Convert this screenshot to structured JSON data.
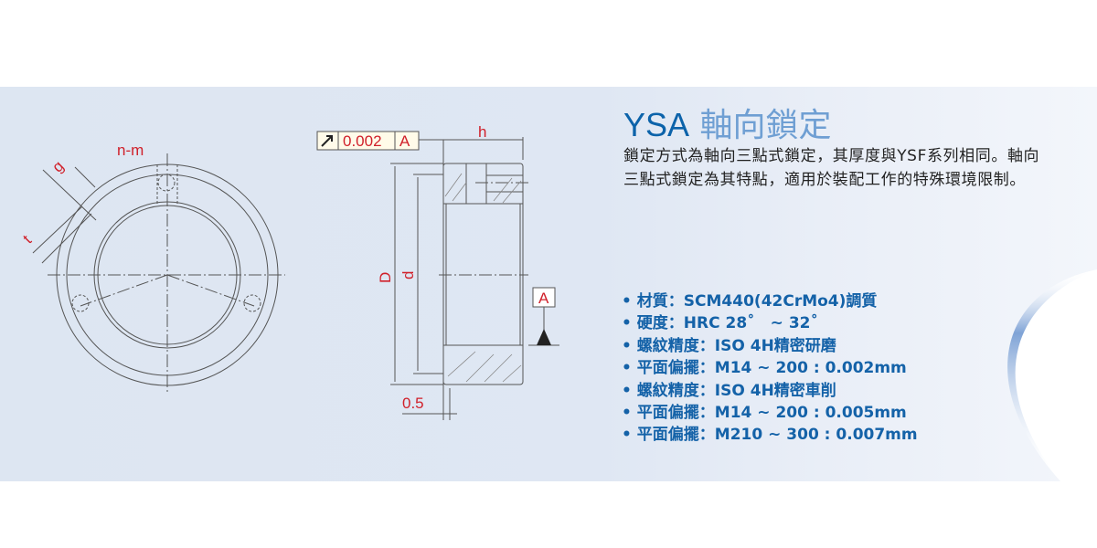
{
  "title": {
    "code": "YSA",
    "name": "軸向鎖定"
  },
  "description": "鎖定方式為軸向三點式鎖定，其厚度與YSF系列相同。軸向三點式鎖定為其特點，適用於裝配工作的特殊環境限制。",
  "specs": [
    "材質：SCM440(42CrMo4)調質",
    "硬度：HRC 28˚　~ 32˚",
    "螺紋精度：ISO 4H精密研磨",
    "平面偏擺：M14 ~ 200 : 0.002mm",
    "螺紋精度：ISO 4H精密車削",
    "平面偏擺：M14 ~ 200 : 0.005mm",
    "平面偏擺：M210 ~ 300 : 0.007mm"
  ],
  "drawing": {
    "front_labels": {
      "nm": "n-m",
      "g": "g",
      "t": "t"
    },
    "side_labels": {
      "tolerance": "0.002",
      "datum_ref": "A",
      "h": "h",
      "D": "D",
      "d": "d",
      "datum": "A",
      "offset": "0.5"
    }
  },
  "colors": {
    "label": "#d0202a",
    "line": "#555",
    "accent": "#0c63aa"
  }
}
